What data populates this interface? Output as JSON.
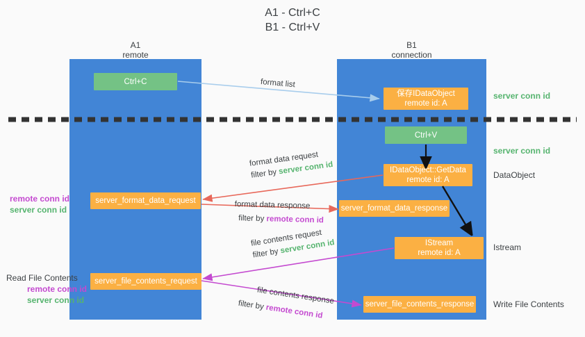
{
  "title": {
    "line1": "A1 - Ctrl+C",
    "line2": "B1 - Ctrl+V"
  },
  "lanes": [
    {
      "id": "a1",
      "name": "A1",
      "subtitle": "remote"
    },
    {
      "id": "b1",
      "name": "B1",
      "subtitle": "connection"
    }
  ],
  "nodes": {
    "ctrl_c": {
      "label": "Ctrl+C",
      "color": "#74c285"
    },
    "save_idataobject": {
      "line1": "保存IDataObject",
      "line2": "remote id: A",
      "color": "#fbb043"
    },
    "ctrl_v": {
      "label": "Ctrl+V",
      "color": "#74c285"
    },
    "getdata": {
      "line1": "IDataObject::GetData",
      "line2": "remote id: A",
      "color": "#fbb043"
    },
    "istream": {
      "line1": "IStream",
      "line2": "remote id: A",
      "color": "#fbb043"
    },
    "format_data_request": {
      "label": "server_format_data_request",
      "color": "#fbb043"
    },
    "format_data_response": {
      "label": "server_format_data_response",
      "color": "#fbb043"
    },
    "file_contents_request": {
      "label": "server_file_contents_request",
      "color": "#fbb043"
    },
    "file_contents_response": {
      "label": "server_file_contents_response",
      "color": "#fbb043"
    }
  },
  "edge_labels": {
    "format_list": "format list",
    "format_data_request": "format data request",
    "format_data_request_filter_pre": "filter by ",
    "format_data_request_filter_key": "server conn id",
    "format_data_response": "format data response",
    "format_data_response_filter_pre": "filter by ",
    "format_data_response_filter_key": "remote conn id",
    "file_contents_request": "file contents request",
    "file_contents_request_filter_pre": "filter by ",
    "file_contents_request_filter_key": "server conn id",
    "file_contents_response": "file contents response",
    "file_contents_response_filter_pre": "filter by ",
    "file_contents_response_filter_key": "remote conn id"
  },
  "right_annotations": [
    {
      "id": "server-conn-id-top",
      "text": "server conn id",
      "style": "green"
    },
    {
      "id": "server-conn-id-mid",
      "text": "server conn id",
      "style": "green"
    },
    {
      "id": "dataobject",
      "text": "DataObject",
      "style": "plain"
    },
    {
      "id": "istream",
      "text": "Istream",
      "style": "plain"
    },
    {
      "id": "write-file-contents",
      "text": "Write File Contents",
      "style": "plain"
    }
  ],
  "left_annotations": [
    {
      "id": "conn-ids-format",
      "remote": "remote conn id",
      "server": "server conn id"
    },
    {
      "id": "read-file-contents",
      "heading": "Read File Contents",
      "remote": "remote conn id",
      "server": "server conn id"
    }
  ],
  "colors": {
    "lane": "#4285d6",
    "green_node": "#74c285",
    "orange_node": "#fbb043",
    "green_text": "#56b46f",
    "purple_text": "#c44ad0",
    "red_arrow": "#e8685a",
    "magenta_arrow": "#c44ad0",
    "light_blue_arrow": "#a8cdec",
    "black_arrow": "#000000",
    "background": "#fafafa"
  }
}
